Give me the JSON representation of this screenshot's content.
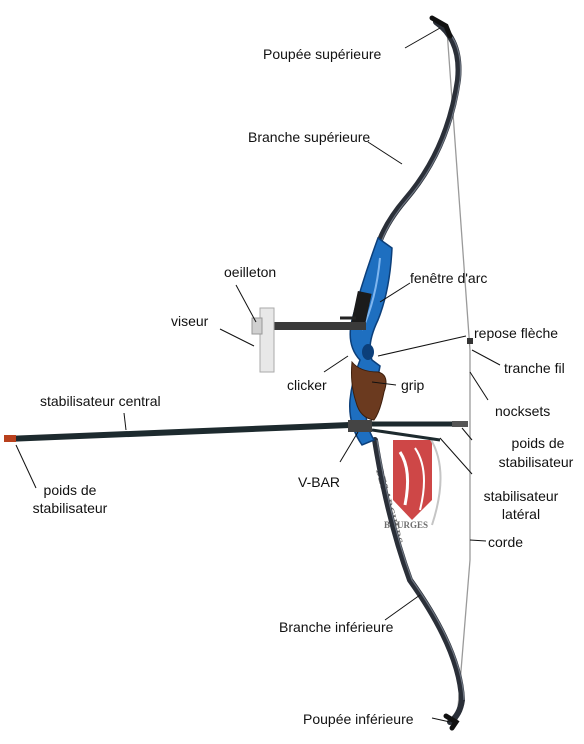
{
  "labels": {
    "poupee_sup": "Poupée supérieure",
    "branche_sup": "Branche supérieure",
    "oeilleton": "oeilleton",
    "fenetre": "fenêtre d'arc",
    "viseur": "viseur",
    "repose": "repose flèche",
    "clicker": "clicker",
    "grip": "grip",
    "tranche": "tranche fil",
    "stab_central": "stabilisateur central",
    "nocksets": "nocksets",
    "poids_droite_1": "poids de",
    "poids_droite_2": "stabilisateur",
    "poids_gauche_1": "poids de",
    "poids_gauche_2": "stabilisateur",
    "vbar": "V-BAR",
    "stab_lat_1": "stabilisateur",
    "stab_lat_2": "latéral",
    "corde": "corde",
    "branche_inf": "Branche inférieure",
    "poupee_inf": "Poupée inférieure"
  },
  "watermark": {
    "line1": "DES",
    "line2": "ARCHERS",
    "line3": "BOURGES"
  },
  "colors": {
    "riser": "#1e6fc0",
    "riser_dark": "#0c3f7a",
    "limb": "#2a2f38",
    "string": "#9a9a9a",
    "grip": "#6b3a1f",
    "stabilizer": "#1d2a2e",
    "logo_red": "#c62828",
    "label": "#111111"
  }
}
